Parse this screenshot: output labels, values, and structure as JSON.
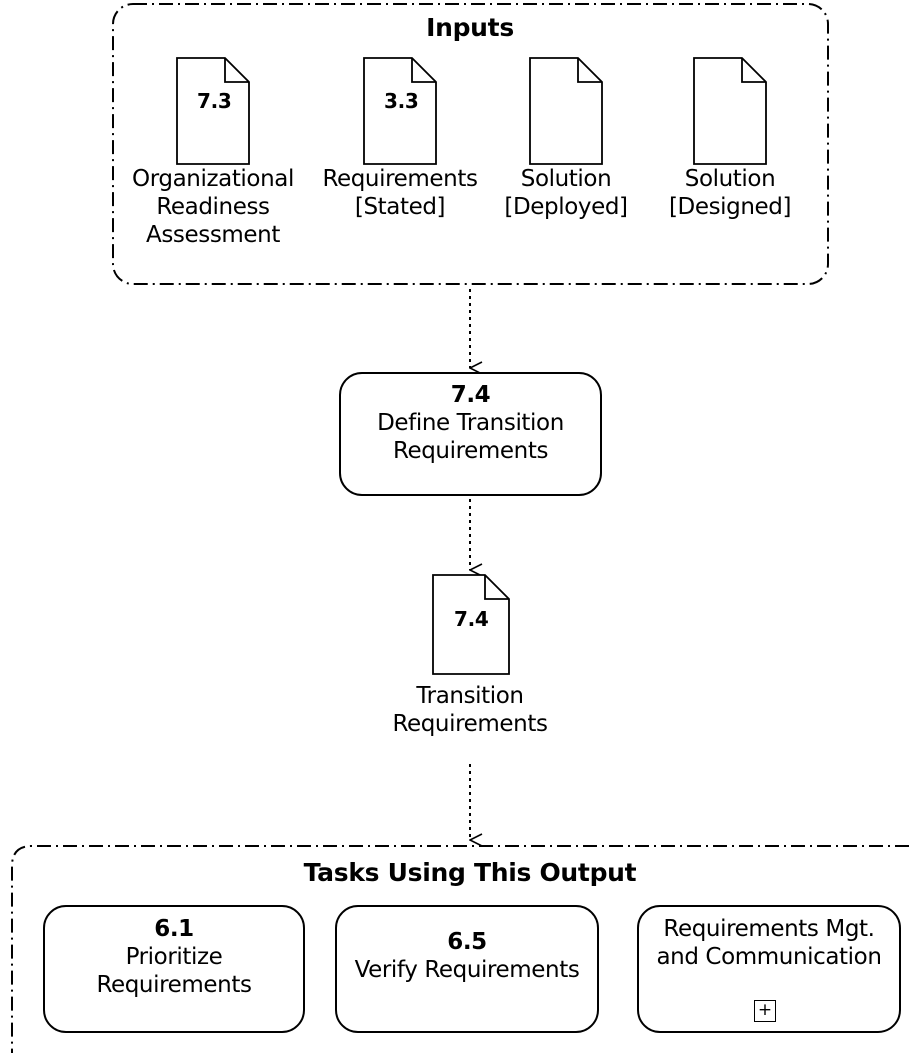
{
  "inputs": {
    "heading": "Inputs",
    "documents": [
      {
        "number": "7.3",
        "label_lines": [
          "Organizational",
          "Readiness",
          "Assessment"
        ]
      },
      {
        "number": "3.3",
        "label_lines": [
          "Requirements",
          "[Stated]"
        ]
      },
      {
        "number": "",
        "label_lines": [
          "Solution",
          "[Deployed]"
        ]
      },
      {
        "number": "",
        "label_lines": [
          "Solution",
          "[Designed]"
        ]
      }
    ]
  },
  "task": {
    "number": "7.4",
    "label_lines": [
      "Define Transition",
      "Requirements"
    ]
  },
  "output": {
    "number": "7.4",
    "label_lines": [
      "Transition",
      "Requirements"
    ]
  },
  "tasks_using_output": {
    "heading": "Tasks Using This Output",
    "items": [
      {
        "number": "6.1",
        "label_lines": [
          "Prioritize",
          "Requirements"
        ]
      },
      {
        "number": "6.5",
        "label_lines": [
          "Verify Requirements"
        ]
      },
      {
        "number": "",
        "label_lines": [
          "Requirements Mgt.",
          "and Communication"
        ],
        "expand_symbol": "+"
      }
    ]
  }
}
